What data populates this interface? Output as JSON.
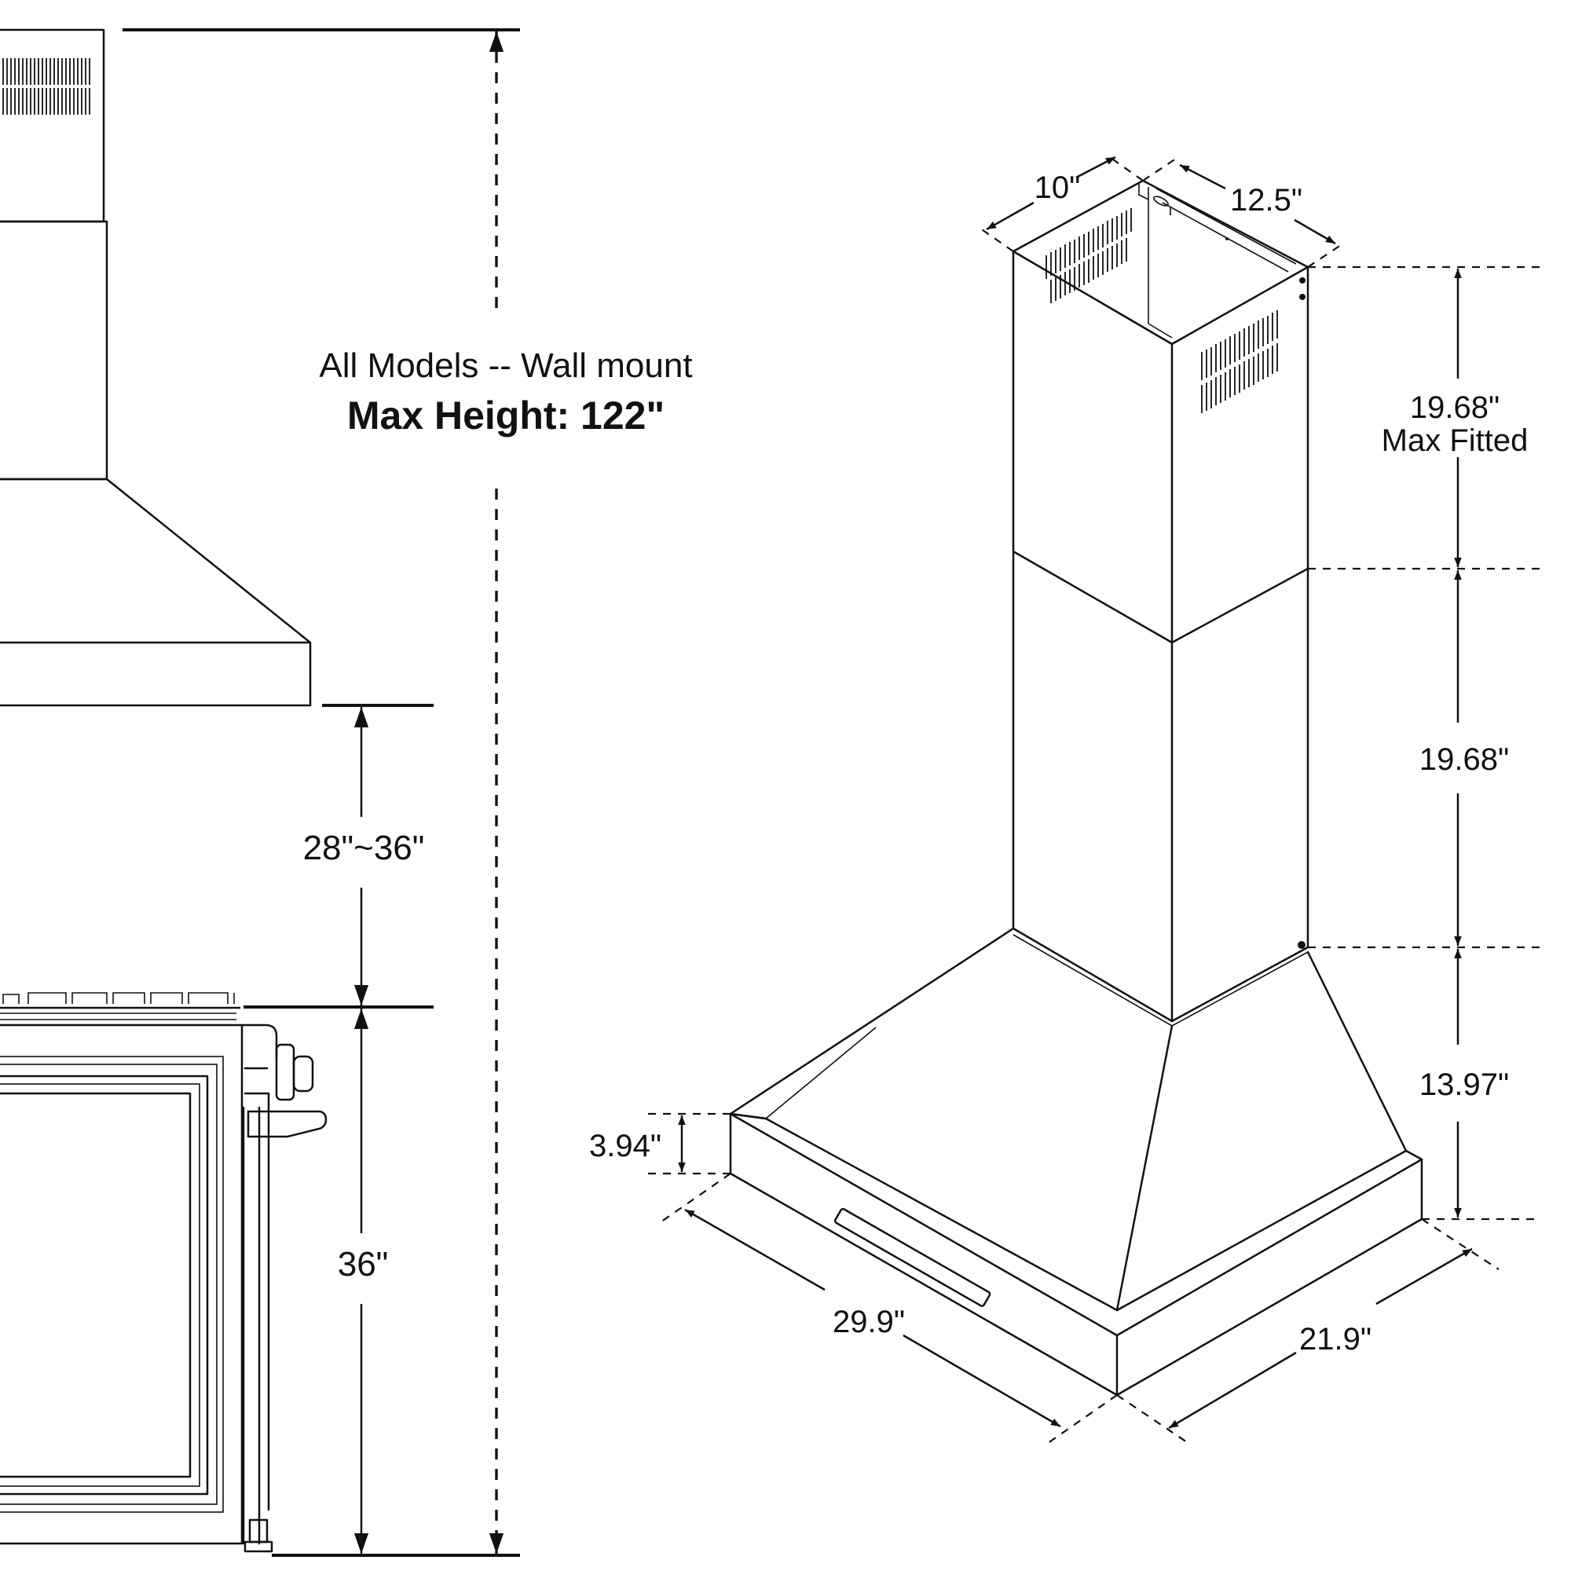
{
  "left_view": {
    "title": "All Models -- Wall mount",
    "max_height": "Max Height:  122\"",
    "gap_dim": "28\"~36\"",
    "range_dim": "36\""
  },
  "right_view": {
    "depth_top": "10\"",
    "width_top": "12.5\"",
    "upper_chimney_value": "19.68\"",
    "upper_chimney_note": "Max Fitted",
    "lower_chimney": "19.68\"",
    "canopy_height": "13.97\"",
    "front_edge": "3.94\"",
    "width_bottom": "29.9\"",
    "depth_bottom": "21.9\""
  }
}
